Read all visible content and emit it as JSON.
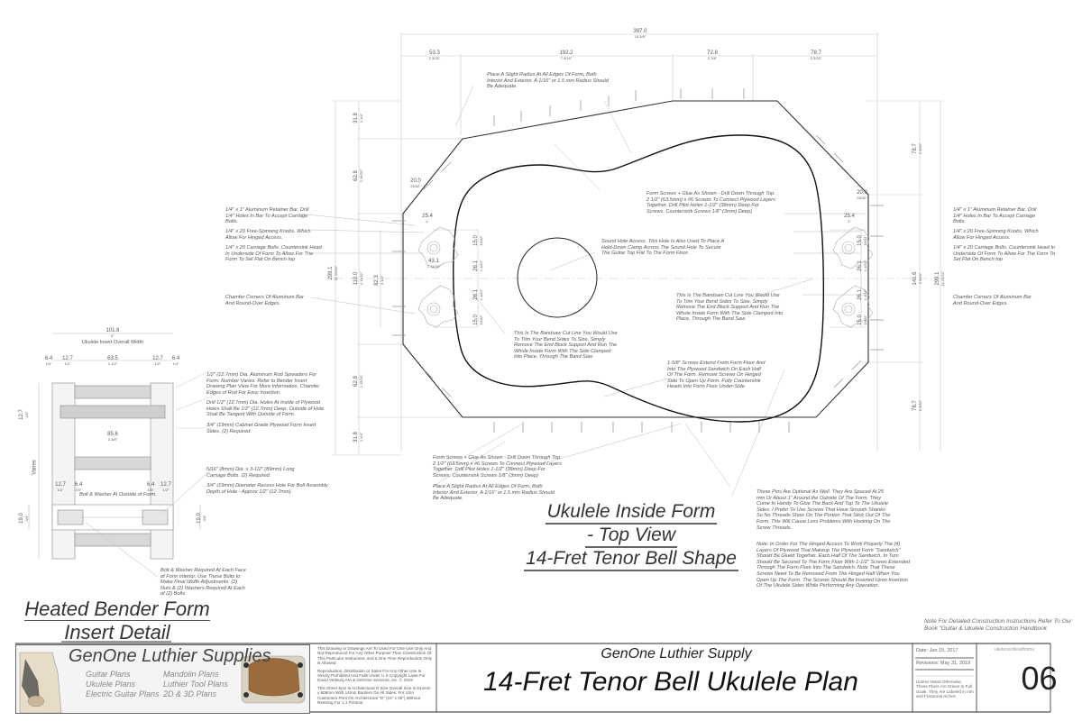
{
  "main_drawing": {
    "title_lines": [
      "Ukulele Inside Form",
      "- Top View",
      "14-Fret Tenor  Bell Shape"
    ],
    "top_dimensions": {
      "overall": {
        "mm": "397.0",
        "in": "15 5/8\""
      },
      "segments": [
        {
          "mm": "53.3",
          "in": "2 3/32\""
        },
        {
          "mm": "192.2",
          "in": "7 9/16\""
        },
        {
          "mm": "72.8",
          "in": "2 7/8\""
        },
        {
          "mm": "78.7",
          "in": "3 3/32\""
        }
      ]
    },
    "left_dimensions": {
      "overall": {
        "mm": "299.1",
        "in": "11 25/32\""
      },
      "segments": [
        {
          "mm": "31.8",
          "in": "1 1/4\""
        },
        {
          "mm": "62.8",
          "in": "2 15/32\""
        },
        {
          "mm": "110.0",
          "in": "4 11/32\""
        },
        {
          "mm": "62.8",
          "in": "2 15/32\""
        },
        {
          "mm": "31.8",
          "in": "1 1/4\""
        }
      ],
      "knob_spacing": {
        "mm": "82.3",
        "in": "3 1/4\""
      },
      "chamfer": {
        "mm": "20.0",
        "in": "25/32\""
      },
      "bar_width": {
        "mm": "25.4",
        "in": "1\""
      },
      "knob_dia": {
        "mm": "43.1",
        "in": "1 11/16\""
      }
    },
    "right_dimensions": {
      "overall": {
        "mm": "299.1",
        "in": "11 25/32\""
      },
      "middle": {
        "mm": "141.6",
        "in": "5 9/16\""
      },
      "top": {
        "mm": "78.7",
        "in": "3 3/32\""
      },
      "bottom": {
        "mm": "78.7",
        "in": "3 3/32\""
      },
      "chamfer": {
        "mm": "20.0",
        "in": "25/32\""
      },
      "bar_width": {
        "mm": "25.4",
        "in": "1\""
      }
    },
    "inner_dimensions": [
      {
        "mm": "15.0",
        "in": "19/32\""
      },
      {
        "mm": "26.1",
        "in": "1 1/32\""
      },
      {
        "mm": "26.1",
        "in": "1 1/32\""
      },
      {
        "mm": "15.0",
        "in": "19/32\""
      }
    ],
    "notes": {
      "radius_top": "Place A Slight Radius At All Edges Of Form, Both Interior And Exterior. A 1/16\" or 1.5 mm Radius Should Be Adequate.",
      "form_screws_top": "Form Screws + Glue As Shown - Drill Down Through Top. 2 1/2\" (63.5mm) x #6 Screws To Connect Plywood Layers Together. Drill Pilot Holes 1-1/2\" (38mm) Deep For Screws. Countersink Screws 1/8\" (3mm) Deep)",
      "sound_hole": "Sound Hole Access. This Hole Is Also Used To Place A Hold-Down Clamp Across The Sound Hole To Secure The Guitar Top Flat To The Form Floor.",
      "bandsaw_right": "This Is The Bandsaw Cut Line You Would Use To Trim Your Bend Sides To Size. Simply Remove The End Block Support And Run The Whole Inside Form With The Side Clamped Into Place, Through The Band Saw.",
      "bandsaw_left": "This Is The Bandsaw Cut Line You Would Use To Trim Your Bend Sides To Size. Simply Remove The End Block Support And Run The Whole Inside Form With The Side Clamped Into Place, Through The Band Saw.",
      "screws_158": "1-5/8\" Screws Extend From Form Floor And Into The Plywood Sandwich On Each Half Of The Form. Remove Screws On Hinged Side To Open Up Form. Fully Countersink Heads Into Form Floor Under-Side.",
      "form_screws_bottom": "Form Screws + Glue As Shown - Drill Down Through Top. 2 1/2\" (63.5mm) x #6 Screws To Connect Plywood Layers Together. Drill Pilot Holes 1-1/2\" (38mm) Deep For Screws. Countersink Screws 1/8\" (3mm) Deep)",
      "radius_bottom": "Place A Slight Radius At All Edges Of Form, Both Interior And Exterior. A 1/16\" or 1.5 mm Radius Should Be Adequate.",
      "pins": "These Pins Are Optional As Well. They Are Spaced At 25 mm Or About 1\" Around the Outside Of The Form. They Come In Handy To Glue The Back And Top To The Ukulele Sides. I Prefer To Use Screws That Have Smooth Shanks So No Threads Show On The Portion That Stick Out Of The Form. This Will Cause Less Problems With Hooking On The Screw Threads.",
      "hinged_access": "Note: In Order For The Hinged Access To Work Properly The (4) Layers Of Plywood That Makeup The Plywood Form \"Sandwich\" Should Be Glued Together. Each Half Of The Sandwich, In Turn Should Be Secured To The Form Floor With 1-1/2\" Screws Extended Through The Form Floor Into The Sandwich. Note That These Screws Need To Be Removed From The Hinged Half When You Open Up The Form. The Screws Should Be Inserted Upon Insertion Of The Ukulele Sides While Performing Any Operation.",
      "left_retainer": "1/4\" x 1\" Aluminum Retainer Bar. Drill 1/4\" Holes In Bar To Accept Carriage Bolts.",
      "left_knobs": "1/4\" x 20 Free-Spinning Knobs, Which Allow For Hinged Access.",
      "left_carriage": "1/4\" x 20 Carriage Bolts. Countersink Head In Underside Of Form To Allow For The Form To Set Flat On Bench top",
      "left_chamfer": "Chamfer Corners Of Aluminum Bar And Round-Over Edges.",
      "right_retainer": "1/4\" x 1\" Aluminum Retainer Bar. Drill 1/4\" Holes In Bar To Accept Carriage Bolts.",
      "right_knobs": "1/4\" x 20 Free-Spinning Knobs, Which Allow For Hinged Access.",
      "right_carriage": "1/4\" x 20 Carriage Bolts. Countersink Head In Underside Of Form To Allow For The Form To Set Flat On Bench top",
      "right_chamfer": "Chamfer Corners Of Aluminum Bar And Round-Over Edges."
    }
  },
  "insert_detail": {
    "title_lines": [
      "Heated Bender Form",
      "Insert Detail"
    ],
    "overall_width": {
      "mm": "101.6",
      "in": "4\"",
      "label": "Ukulele Insert Overall Width"
    },
    "width_segments": [
      {
        "mm": "6.4",
        "in": "1/4\""
      },
      {
        "mm": "12.7",
        "in": "1/2\""
      },
      {
        "mm": "63.5",
        "in": "2 1/2\""
      },
      {
        "mm": "12.7",
        "in": "1/2\""
      },
      {
        "mm": "6.4",
        "in": "1/4\""
      }
    ],
    "inner_width": {
      "mm": "85.6",
      "in": "3 3/8\""
    },
    "height_label": "Varies",
    "rod_height": {
      "mm": "12.7",
      "in": "1/2\""
    },
    "bolt_height": {
      "mm": "19.0",
      "in": "3/4\""
    },
    "lower_segments": [
      {
        "mm": "12.7",
        "in": "1/2\""
      },
      {
        "mm": "6.4",
        "in": "1/4\""
      },
      {
        "mm": "6.4",
        "in": "1/4\""
      },
      {
        "mm": "12.7",
        "in": "1/2\""
      }
    ],
    "notes": {
      "rods": "1/2\" (12.7mm) Dia. Aluminum Rod Spreaders For Form. Number Varies. Refer to Bender Insert Drawing Plan View For More Information. Chamfer Edges of Rod For Easy Insertion.",
      "holes": "Drill 1/2\" (12.7mm) Dia. Holes At Inside of Plywood Holes Shall Be 1/2\" (12.7mm) Deep. Outside of Hole Shall Be Tangent With Outside of Form.",
      "plywood": "3/4\" (19mm) Cabinet Grade Plywood Form Insert Sides. (2) Required.",
      "carriage": "5/16\" (8mm) Dia. x 3-1/2\" (89mm) Long Carriage Bolts. (2) Required.",
      "recess": "3/4\" (19mm) Diameter Recess Hole For Bolt Assembly Depth of Hole - Approx 1/2\" (12.7mm).",
      "bolt_outside": "Bolt & Washer At Outside of Form.",
      "bolt_each": "Bolt & Washer Required At Each Face of Form Interior. Use These Bolts to Make Final Width Adjustments. (2) Nuts & (2) Washers Required At Each of (2) Bolts."
    }
  },
  "book_note": "Note For Detailed Construction Instructions Refer To Our Book \"Guitar & Ukulele Construction Handbook",
  "title_block": {
    "logo_name": "GenOne Luthier Supplies",
    "categories_left": [
      "Guitar Plans",
      "Ukulele Plans",
      "Electric Guitar Plans"
    ],
    "categories_right": [
      "Mandolin Plans",
      "Luthier Tool Plans",
      "2D & 3D Plans"
    ],
    "legal": [
      "This Drawing or Drawings Are To Used For One Use Only And Not Reproduced For Any Other Purpose Than Construction Of This Particular Instrument, and a One Time Reproduction Only is Allowed",
      "Reproduction, Distribution or Sales For Any Other Use Is Strictly Prohibited And Falls Under U.S Copyright Laws For David VerBurg AIA & GenOne Services, Inc. © 2019",
      "This Sheet Size Is Architectural D Size Overall Size is 914mm x 609mm With 14mm Borders On All Sides. For USA Customers Print On Architectural \"D\" (24\" x 36\") Without Resizing For 1:1 Printout"
    ],
    "company": "GenOne Luthier Supply",
    "plan_title": "14-Fret Tenor Bell Ukulele Plan",
    "date": "Date: Jan 15, 2017",
    "revisions": "Revisions: May 31, 2019",
    "scale_note": "Unless Noted Otherwise, These Plans Are Drawn to Full Scale. They Are Labeled in mm and Fractional Inches",
    "file_name": "ukelenordleadforms",
    "sheet_number": "06"
  }
}
